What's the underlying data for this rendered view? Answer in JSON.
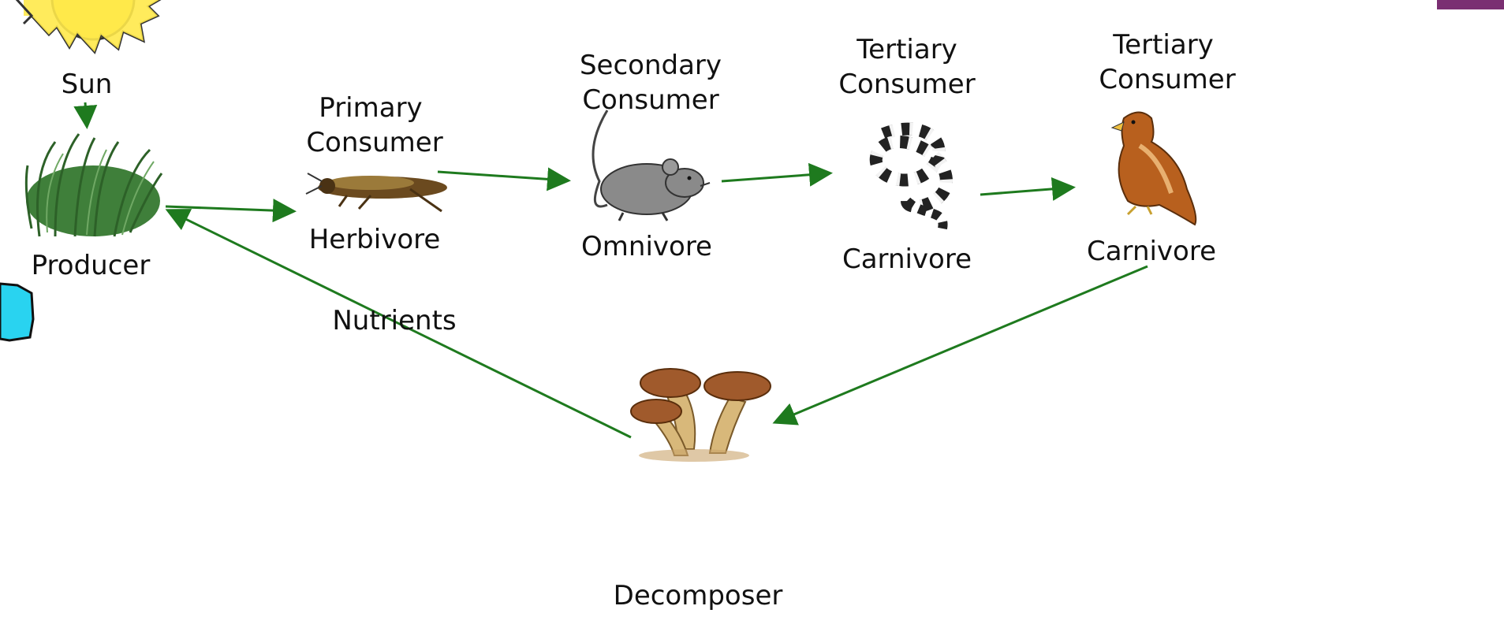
{
  "labels": {
    "sun": "Sun",
    "producer": "Producer",
    "primary_title_1": "Primary",
    "primary_title_2": "Consumer",
    "herbivore": "Herbivore",
    "secondary_title_1": "Secondary",
    "secondary_title_2": "Consumer",
    "omnivore": "Omnivore",
    "tertiary1_title_1": "Tertiary",
    "tertiary1_title_2": "Consumer",
    "carnivore1": "Carnivore",
    "tertiary2_title_1": "Tertiary",
    "tertiary2_title_2": "Consumer",
    "carnivore2": "Carnivore",
    "nutrients": "Nutrients",
    "decomposer": "Decomposer"
  },
  "colors": {
    "arrow": "#1e7a1e",
    "sun": "#ffe94a",
    "sun_outline": "#333333",
    "grass": "#3f7f3a",
    "grasshopper": "#6b4a1f",
    "mouse": "#8a8a8a",
    "snake_dark": "#222222",
    "snake_light": "#ffffff",
    "hawk": "#b8601e",
    "mushroom_cap": "#a05a2c",
    "mushroom_stem": "#d8b87a",
    "water": "#29d3f0",
    "corner": "#7a2f72"
  },
  "icons": [
    "sun-icon",
    "grass-icon",
    "grasshopper-icon",
    "mouse-icon",
    "snake-icon",
    "hawk-icon",
    "mushroom-icon",
    "water-icon"
  ]
}
